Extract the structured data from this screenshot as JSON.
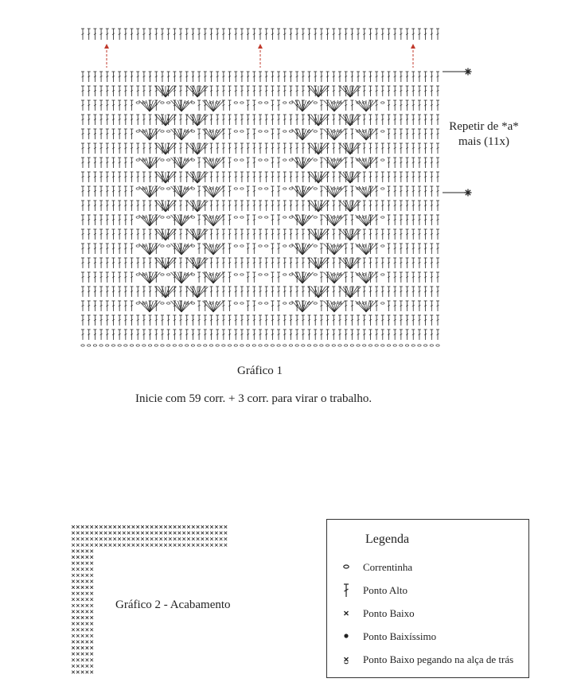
{
  "chart1": {
    "caption": "Gráfico 1",
    "instruction": "Inicie com 59 corr. + 3 corr. para virar o trabalho.",
    "repeat_note_line1": "Repetir de *a*",
    "repeat_note_line2": "mais (11x)"
  },
  "chart2": {
    "caption": "Gráfico 2 - Acabamento"
  },
  "legend": {
    "title": "Legenda",
    "items": [
      {
        "label": "Correntinha",
        "icon": "chain-stitch-icon"
      },
      {
        "label": "Ponto Alto",
        "icon": "double-crochet-icon"
      },
      {
        "label": "Ponto Baixo",
        "icon": "single-crochet-icon"
      },
      {
        "label": "Ponto Baixíssimo",
        "icon": "slip-stitch-icon"
      },
      {
        "label": "Ponto Baixo pegando na alça de trás",
        "icon": "back-loop-single-crochet-icon"
      }
    ]
  },
  "colors": {
    "ink": "#222222",
    "repeat_arrow": "#c0392b"
  }
}
